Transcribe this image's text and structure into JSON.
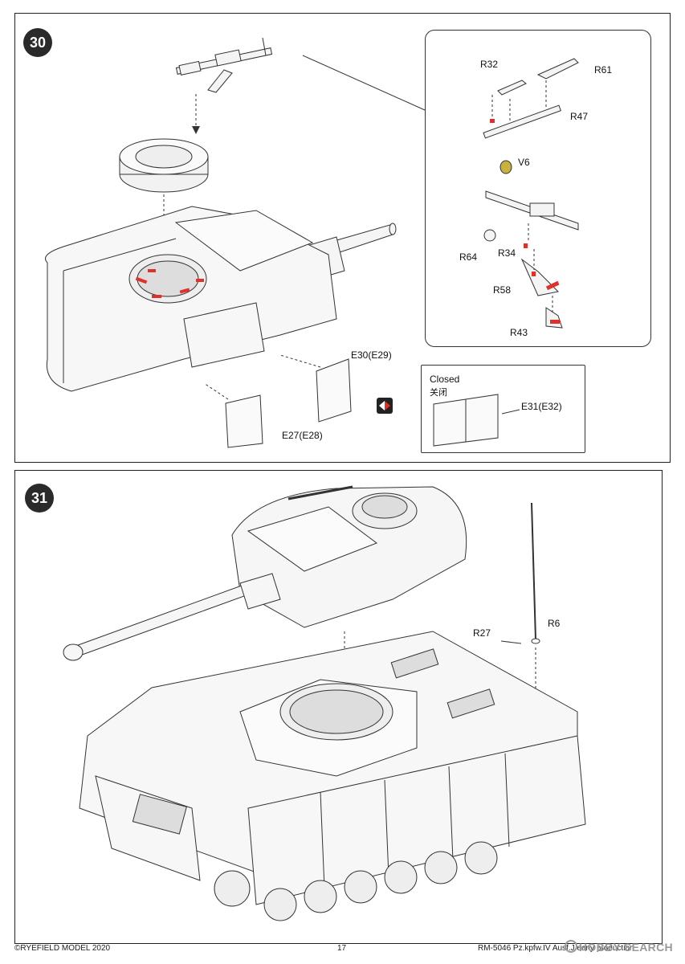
{
  "steps": [
    {
      "number": "30",
      "labels": {
        "R32": "R32",
        "R61": "R61",
        "R47": "R47",
        "V6": "V6",
        "R64": "R64",
        "R34": "R34",
        "R58": "R58",
        "R43": "R43",
        "E30": "E30(E29)",
        "E27": "E27(E28)",
        "E31": "E31(E32)"
      },
      "closed_box": {
        "title": "Closed",
        "title_cn": "关闭"
      },
      "highlight_color": "#e0302a",
      "part_v6_color": "#c8b23c"
    },
    {
      "number": "31",
      "labels": {
        "R27": "R27",
        "R6": "R6"
      }
    }
  ],
  "footer": {
    "copyright": "©RYEFIELD MODEL 2020",
    "page_number": "17",
    "product": "RM-5046  Pz.kpfw.IV Ausf.J early production"
  },
  "watermark": "HOBBY SEARCH"
}
